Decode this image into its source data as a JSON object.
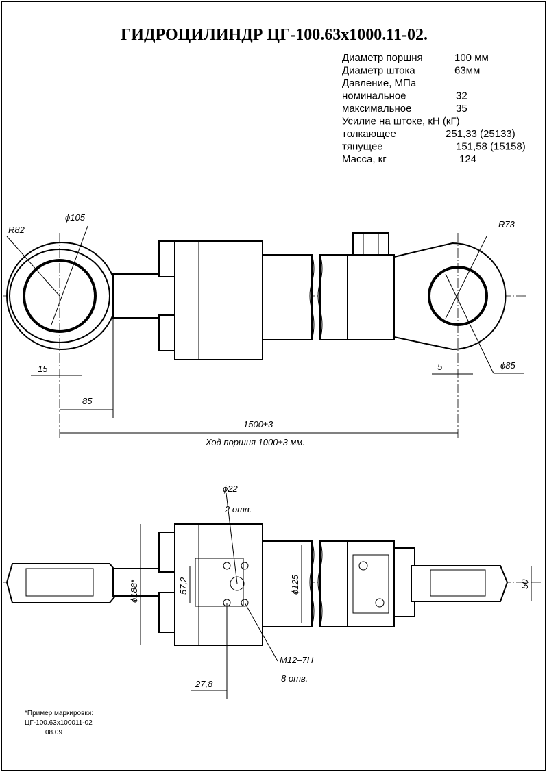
{
  "title": "ГИДРОЦИЛИНДР ЦГ-100.63х1000.11-02.",
  "specs": [
    {
      "label": "Диаметр поршня",
      "value": "100 мм"
    },
    {
      "label": "Диаметр штока",
      "value": "63мм"
    },
    {
      "label": "Давление, МПа",
      "value": ""
    },
    {
      "label": "номинальное",
      "value": "32"
    },
    {
      "label": "максимальное",
      "value": "35"
    },
    {
      "label": "Усилие на штоке, кН (кГ)",
      "value": ""
    },
    {
      "label": "толкающее",
      "value": "251,33 (25133)"
    },
    {
      "label": "тянущее",
      "value": "151,58 (15158)"
    },
    {
      "label": "Масса, кг",
      "value": "124"
    }
  ],
  "dims": {
    "r82": "R82",
    "d105": "ϕ105",
    "r73": "R73",
    "d85": "ϕ85",
    "d15": "15",
    "d5": "5",
    "d85b": "85",
    "len": "1500±3",
    "stroke": "Ход поршня 1000±3 мм.",
    "d22": "ϕ22",
    "holes2": "2 отв.",
    "d188": "ϕ188*",
    "d57": "57,2",
    "d125": "ϕ125",
    "d50": "50",
    "thread": "M12–7H",
    "holes8": "8 отв.",
    "d278": "27,8"
  },
  "note": {
    "line1": "*Пример маркировки:",
    "line2": "ЦГ-100.63х100011-02",
    "line3": "08.09"
  }
}
